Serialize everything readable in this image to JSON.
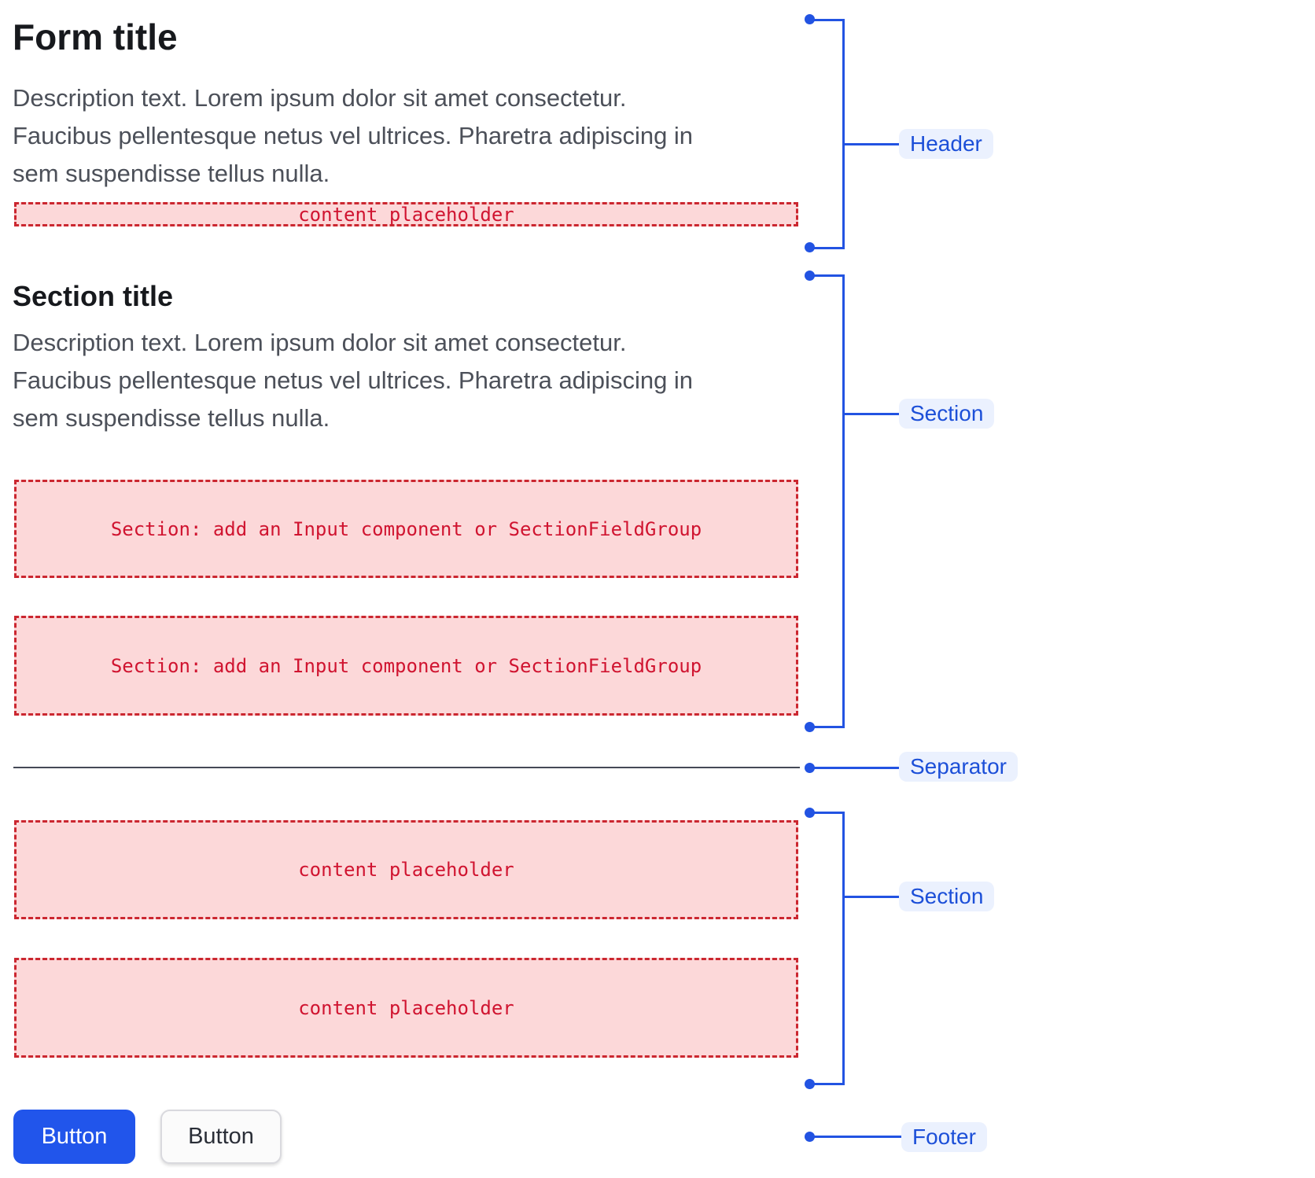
{
  "colors": {
    "annotation_blue": "#2253e2",
    "chip_background": "#ebf1fe",
    "chip_text": "#1c4fd8",
    "placeholder_background": "#fcd8d9",
    "placeholder_border": "#cb2730",
    "placeholder_text": "#d01430",
    "separator": "#454956",
    "primary_button_background": "#2155eb",
    "title_text": "#17191d",
    "description_text": "#4c5059"
  },
  "form": {
    "title": "Form title",
    "description_lines": [
      "Description text. Lorem ipsum dolor sit amet consectetur.",
      "Faucibus pellentesque netus vel ultrices. Pharetra adipiscing in",
      "sem suspendisse tellus nulla."
    ],
    "header_placeholder": "content placeholder",
    "section": {
      "title": "Section title",
      "description_lines": [
        "Description text. Lorem ipsum dolor sit amet consectetur.",
        "Faucibus pellentesque netus vel ultrices. Pharetra adipiscing in",
        "sem suspendisse tellus nulla."
      ],
      "slot1": "Section: add an Input component or SectionFieldGroup",
      "slot2": "Section: add an Input component or SectionFieldGroup"
    },
    "content_section": {
      "slot1": "content placeholder",
      "slot2": "content placeholder"
    },
    "footer": {
      "primary_button_label": "Button",
      "secondary_button_label": "Button"
    }
  },
  "annotations": {
    "header_label": "Header",
    "section1_label": "Section",
    "separator_label": "Separator",
    "section2_label": "Section",
    "footer_label": "Footer"
  }
}
